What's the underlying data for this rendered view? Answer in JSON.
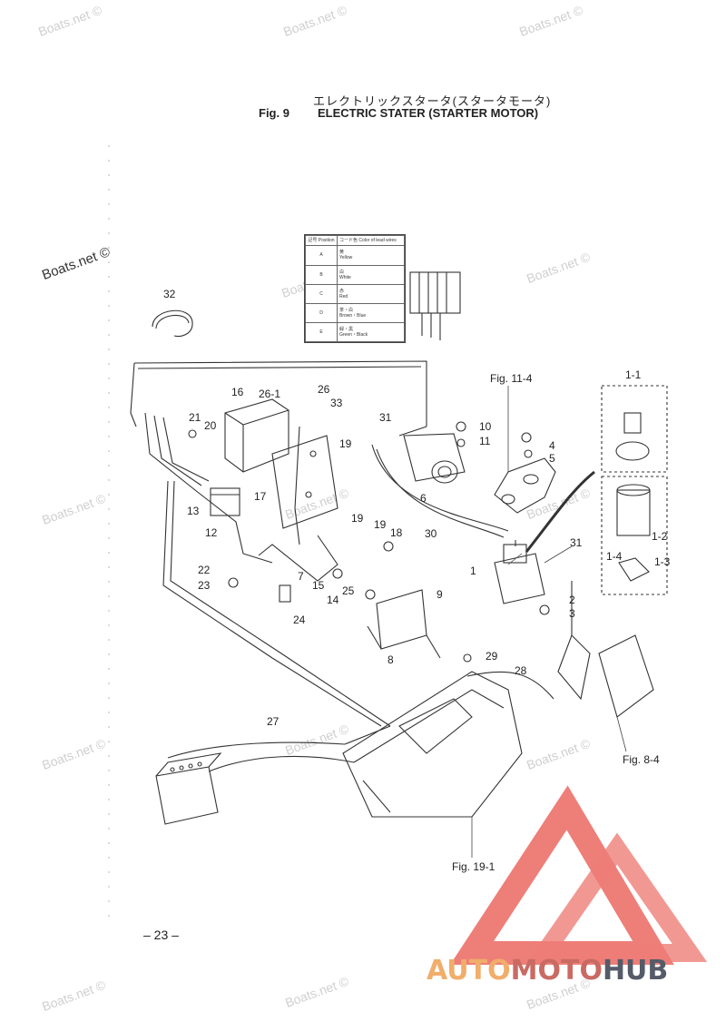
{
  "header": {
    "title_jp": "エレクトリックスタータ(スタータモータ)",
    "fig_label": "Fig. 9",
    "title_en": "ELECTRIC STATER (STARTER MOTOR)"
  },
  "watermarks": {
    "boats_net": "Boats.net ©"
  },
  "wire_table": {
    "header_code": "記号 Position",
    "header_color": "コード色 Color of lead wires",
    "rows": [
      {
        "code": "A",
        "color_jp": "黄",
        "color_en": "Yellow"
      },
      {
        "code": "B",
        "color_jp": "白",
        "color_en": "White"
      },
      {
        "code": "C",
        "color_jp": "赤",
        "color_en": "Red"
      },
      {
        "code": "D",
        "color_jp": "茶・白",
        "color_en": "Brown・Blue"
      },
      {
        "code": "E",
        "color_jp": "緑・黒",
        "color_en": "Green・Black"
      }
    ]
  },
  "callouts": [
    "32",
    "16",
    "26-1",
    "26",
    "33",
    "21",
    "20",
    "31",
    "10",
    "11",
    "4",
    "5",
    "1-1",
    "19",
    "13",
    "12",
    "17",
    "6",
    "19",
    "19",
    "18",
    "30",
    "31",
    "1",
    "1-2",
    "1-4",
    "1-3",
    "22",
    "23",
    "7",
    "15",
    "14",
    "25",
    "9",
    "2",
    "3",
    "24",
    "8",
    "29",
    "28",
    "27"
  ],
  "figure_refs": {
    "fig_11_4": "Fig. 11-4",
    "fig_8_4": "Fig. 8-4",
    "fig_19_1": "Fig. 19-1"
  },
  "page_number": "– 23 –",
  "logo": {
    "part1": "AUTO",
    "part2": "MOTO",
    "part3": "HUB",
    "colors": {
      "part1": "#f1ad6a",
      "part2": "#c96a63",
      "part3": "#555b68",
      "mark": "#e9534b"
    }
  }
}
